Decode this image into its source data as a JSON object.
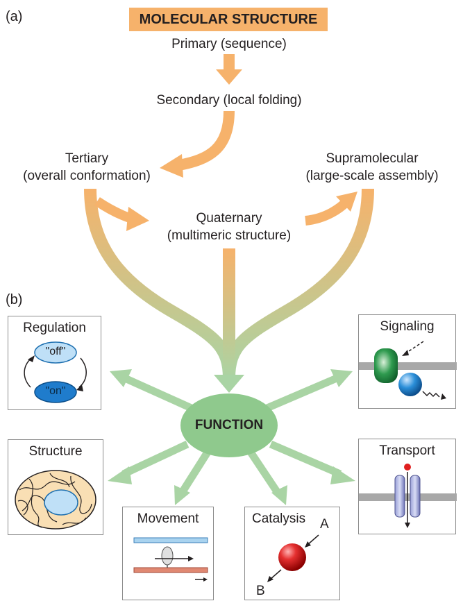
{
  "panel_a": {
    "label": "(a)",
    "header": "MOLECULAR STRUCTURE",
    "primary": "Primary (sequence)",
    "secondary": "Secondary (local folding)",
    "tertiary_line1": "Tertiary",
    "tertiary_line2": "(overall conformation)",
    "quaternary_line1": "Quaternary",
    "quaternary_line2": "(multimeric structure)",
    "supramolecular_line1": "Supramolecular",
    "supramolecular_line2": "(large-scale assembly)"
  },
  "panel_b": {
    "label": "(b)",
    "center": "FUNCTION",
    "regulation": {
      "title": "Regulation",
      "off": "\"off\"",
      "on": "\"on\""
    },
    "signaling": {
      "title": "Signaling"
    },
    "structure": {
      "title": "Structure"
    },
    "transport": {
      "title": "Transport"
    },
    "movement": {
      "title": "Movement"
    },
    "catalysis": {
      "title": "Catalysis",
      "a": "A",
      "b": "B"
    }
  },
  "colors": {
    "orange": "#f6b26b",
    "green": "#a9d4a4",
    "ellipse_green": "#8fc98d"
  }
}
